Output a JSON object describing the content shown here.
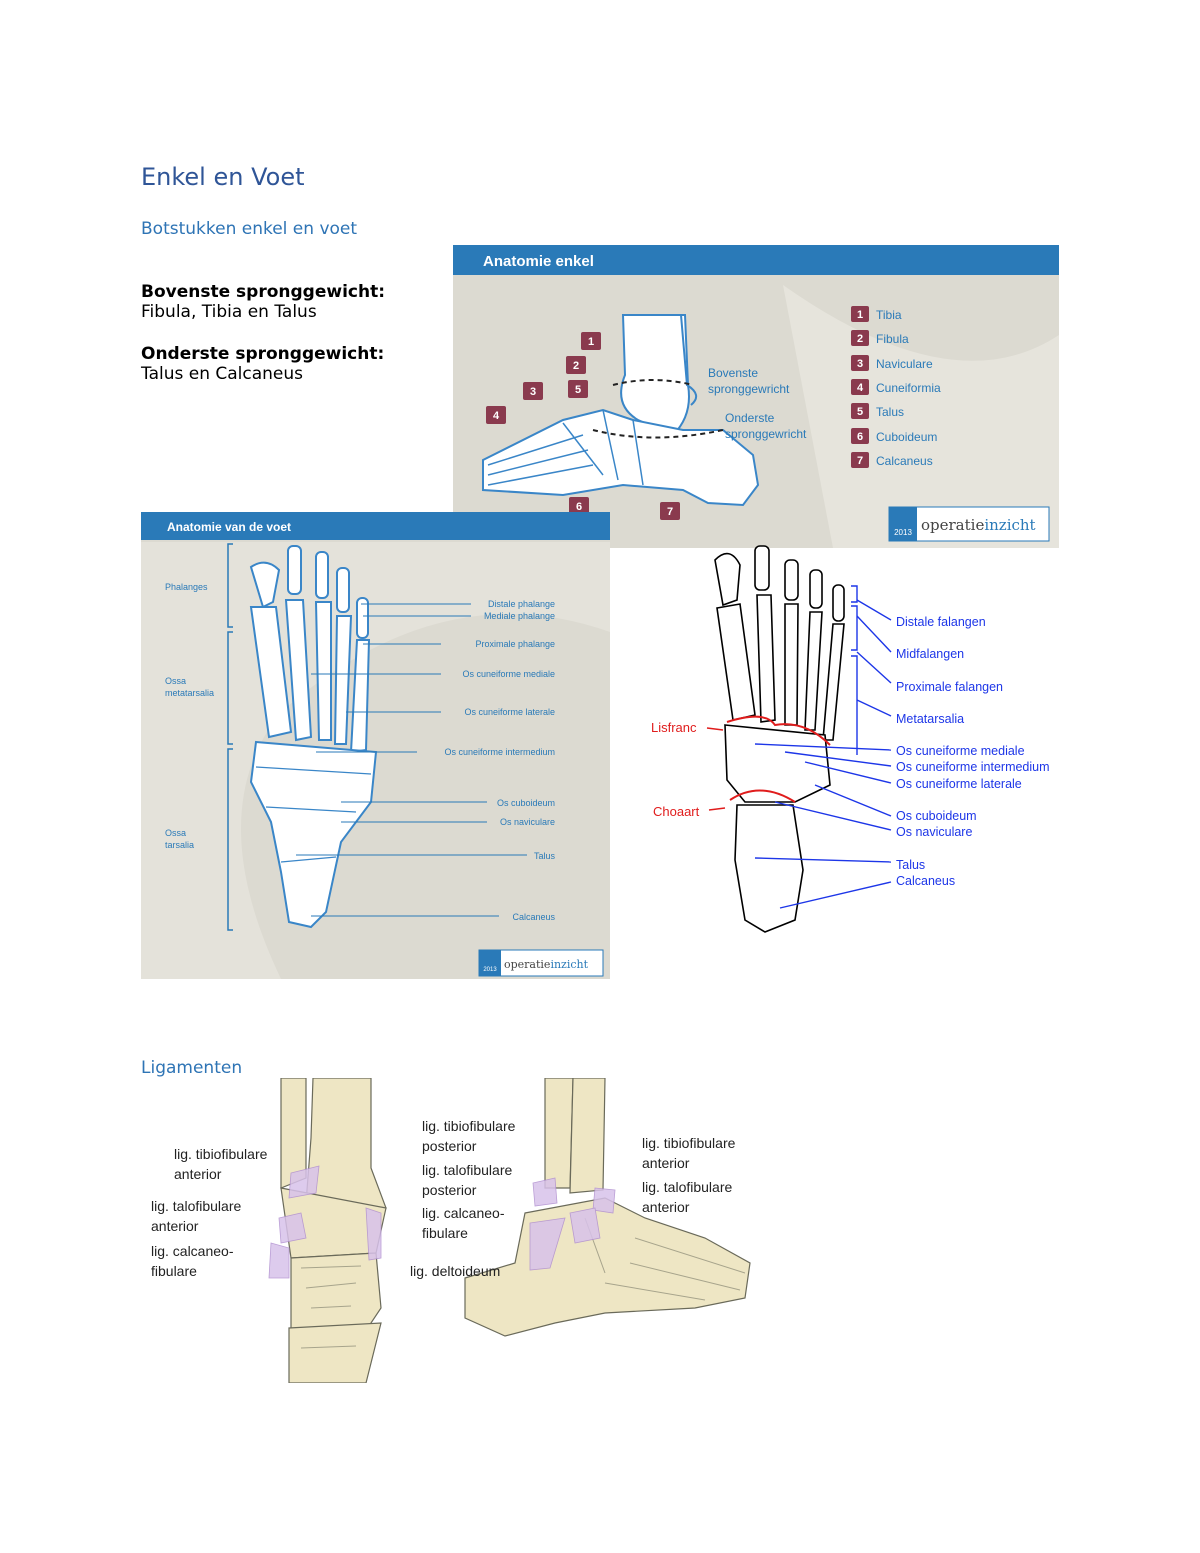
{
  "heading": "Enkel en Voet",
  "subheading_bones": "Botstukken enkel en voet",
  "upper_joint": {
    "title": "Bovenste spronggewicht:",
    "text": "Fibula, Tibia en Talus"
  },
  "lower_joint": {
    "title": "Onderste spronggewicht:",
    "text": "Talus en Calcaneus"
  },
  "fig_ankle": {
    "title": "Anatomie enkel",
    "joint_upper": [
      "Bovenste",
      "spronggewricht"
    ],
    "joint_lower": [
      "Onderste",
      "spronggewricht"
    ],
    "legend": [
      {
        "num": "1",
        "name": "Tibia"
      },
      {
        "num": "2",
        "name": "Fibula"
      },
      {
        "num": "3",
        "name": "Naviculare"
      },
      {
        "num": "4",
        "name": "Cuneiformia"
      },
      {
        "num": "5",
        "name": "Talus"
      },
      {
        "num": "6",
        "name": "Cuboideum"
      },
      {
        "num": "7",
        "name": "Calcaneus"
      }
    ],
    "logo_year": "2013",
    "logo_text_a": "operatie",
    "logo_text_b": "inzicht"
  },
  "fig_foot": {
    "title": "Anatomie van de voet",
    "groups": [
      "Phalanges",
      "Ossa",
      "metatarsalia",
      "Ossa",
      "tarsalia"
    ],
    "labels": [
      "Distale phalange",
      "Mediale phalange",
      "Proximale phalange",
      "Os cuneiforme mediale",
      "Os cuneiforme laterale",
      "Os cuneiforme intermedium",
      "Os cuboideum",
      "Os naviculare",
      "Talus",
      "Calcaneus"
    ],
    "logo_year": "2013",
    "logo_text_a": "operatie",
    "logo_text_b": "inzicht"
  },
  "fig_outline": {
    "red_labels": [
      "Lisfranc",
      "Choaart"
    ],
    "blue_labels": [
      "Distale falangen",
      "Midfalangen",
      "Proximale falangen",
      "Metatarsalia",
      "Os cuneiforme mediale",
      "Os cuneiforme intermedium",
      "Os cuneiforme laterale",
      "Os cuboideum",
      "Os naviculare",
      "Talus",
      "Calcaneus"
    ]
  },
  "subheading_ligaments": "Ligamenten",
  "fig_lig_front": {
    "labels": [
      [
        "lig. tibiofibulare",
        "anterior"
      ],
      [
        "lig. talofibulare",
        "anterior"
      ],
      [
        "lig. calcaneo-",
        "fibulare"
      ]
    ]
  },
  "fig_lig_side": {
    "left_labels": [
      [
        "lig. tibiofibulare",
        "posterior"
      ],
      [
        "lig. talofibulare",
        "posterior"
      ],
      [
        "lig. calcaneo-",
        "fibulare"
      ],
      [
        "lig. deltoideum"
      ]
    ],
    "right_labels": [
      [
        "lig. tibiofibulare",
        "anterior"
      ],
      [
        "lig. talofibulare",
        "anterior"
      ]
    ]
  },
  "colors": {
    "heading": "#2f5597",
    "subheading": "#2e74b5",
    "fig_header": "#2a7ab8",
    "fig_bg": "#dcdad1",
    "bone_blue": "#3a86c8",
    "label_blue": "#1d36e8",
    "label_red": "#e01c1c",
    "bone_beige": "#eee6c4",
    "ligament": "#c7a8dc"
  }
}
